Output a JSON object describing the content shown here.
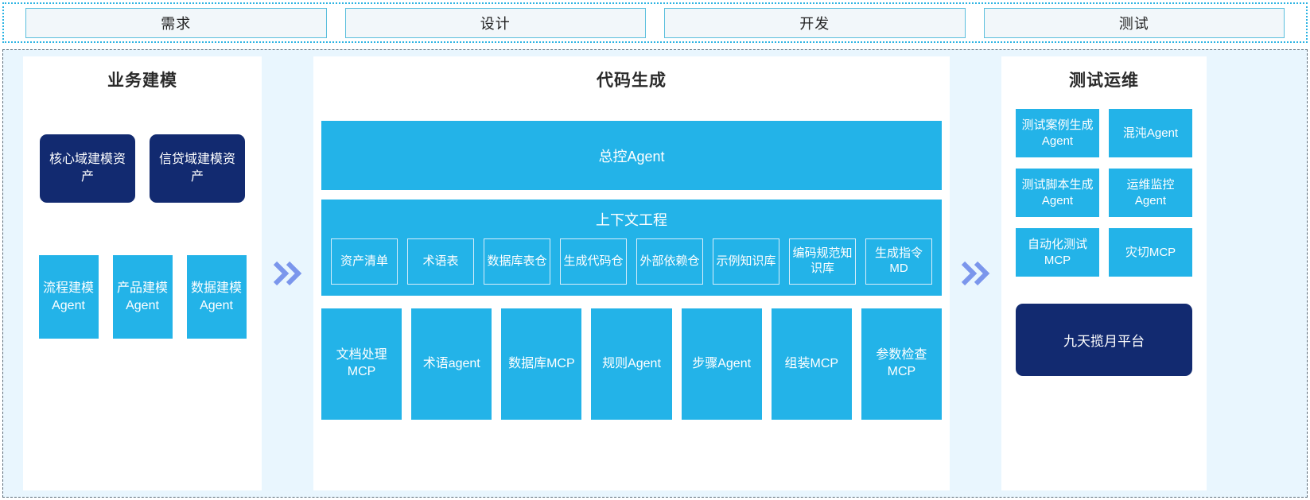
{
  "colors": {
    "cyan": "#23b3e8",
    "navy": "#122a70",
    "chevron": "#7b96ec",
    "region_bg": "#e9f6fe",
    "stage_fill": "#f2f7fa",
    "stage_border": "#5bbfdd"
  },
  "stages": [
    {
      "label": "需求"
    },
    {
      "label": "设计"
    },
    {
      "label": "开发"
    },
    {
      "label": "测试"
    }
  ],
  "left_panel": {
    "title": "业务建模",
    "assets": [
      {
        "label": "核心域建模资产"
      },
      {
        "label": "信贷域建模资产"
      }
    ],
    "agents": [
      {
        "label": "流程建模Agent"
      },
      {
        "label": "产品建模Agent"
      },
      {
        "label": "数据建模Agent"
      }
    ]
  },
  "mid_panel": {
    "title": "代码生成",
    "master_agent": "总控Agent",
    "context": {
      "title": "上下文工程",
      "items": [
        {
          "label": "资产清单"
        },
        {
          "label": "术语表"
        },
        {
          "label": "数据库表仓"
        },
        {
          "label": "生成代码仓"
        },
        {
          "label": "外部依赖仓"
        },
        {
          "label": "示例知识库"
        },
        {
          "label": "编码规范知识库"
        },
        {
          "label": "生成指令MD"
        }
      ]
    },
    "tools": [
      {
        "label": "文档处理MCP"
      },
      {
        "label": "术语agent"
      },
      {
        "label": "数据库MCP"
      },
      {
        "label": "规则Agent"
      },
      {
        "label": "步骤Agent"
      },
      {
        "label": "组装MCP"
      },
      {
        "label": "参数检查MCP"
      }
    ]
  },
  "right_panel": {
    "title": "测试运维",
    "items": [
      {
        "label": "测试案例生成Agent"
      },
      {
        "label": "混沌Agent"
      },
      {
        "label": "测试脚本生成Agent"
      },
      {
        "label": "运维监控Agent"
      },
      {
        "label": "自动化测试MCP"
      },
      {
        "label": "灾切MCP"
      }
    ],
    "platform": "九天揽月平台"
  },
  "connectors": [
    {
      "name": "chevron-right-left-to-mid"
    },
    {
      "name": "chevron-right-mid-to-right"
    }
  ]
}
